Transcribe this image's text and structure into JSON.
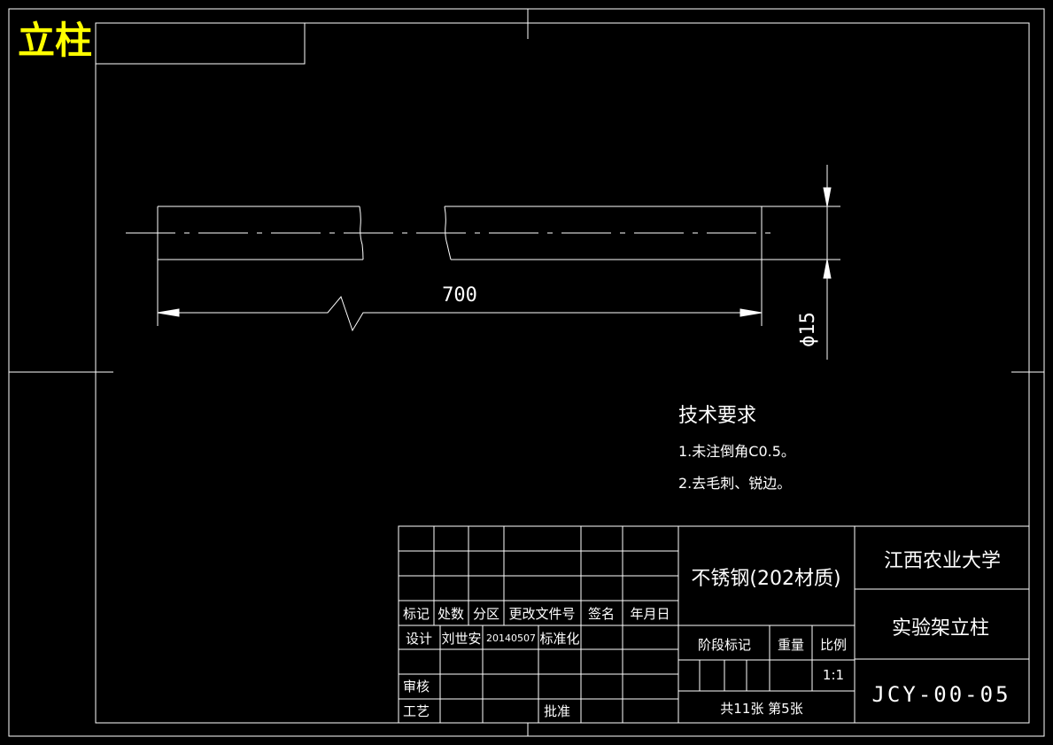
{
  "title": "立柱",
  "dims": {
    "length": "700",
    "diameter": "ϕ15"
  },
  "tech": {
    "heading": "技术要求",
    "items": [
      "1.未注倒角C0.5。",
      "2.去毛刺、锐边。"
    ]
  },
  "tb": {
    "col_headers": [
      "标记",
      "处数",
      "分区",
      "更改文件号",
      "签名",
      "年月日"
    ],
    "design_label": "设计",
    "designer": "刘世安",
    "design_date": "20140507",
    "standard_label": "标准化",
    "review_label": "审核",
    "process_label": "工艺",
    "approve_label": "批准",
    "material": "不锈钢(202材质)",
    "stage_label": "阶段标记",
    "weight_label": "重量",
    "scale_label": "比例",
    "scale_value": "1:1",
    "sheets": "共11张  第5张",
    "org": "江西农业大学",
    "part_name": "实验架立柱",
    "drawing_no": "JCY-00-05"
  },
  "colors": {
    "background": "#000000",
    "lines": "#ffffff",
    "title": "#ffff00"
  }
}
